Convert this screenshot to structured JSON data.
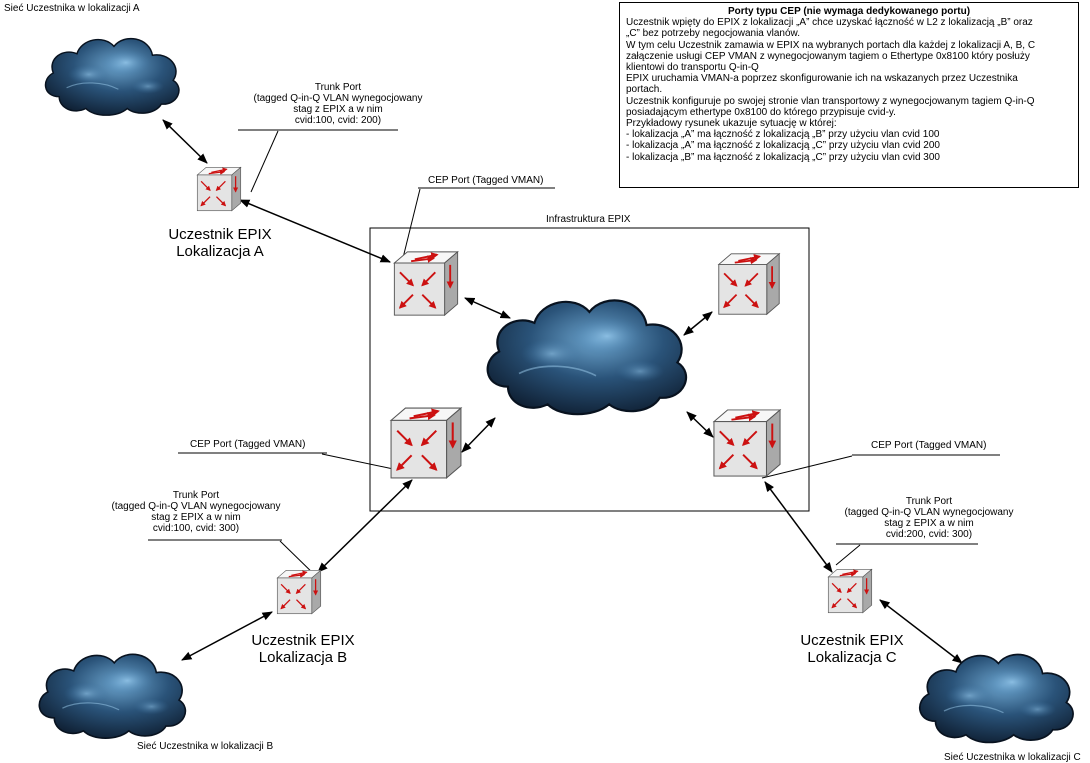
{
  "infrastructure_title": "Infrastruktura EPIX",
  "networks": {
    "a": "Sieć Uczestnika w lokalizacji A",
    "b": "Sieć Uczestnika w lokalizacji B",
    "c": "Sieć Uczestnika w lokalizacji C"
  },
  "participants": {
    "a": {
      "line1": "Uczestnik EPIX",
      "line2": "Lokalizacja A"
    },
    "b": {
      "line1": "Uczestnik EPIX",
      "line2": "Lokalizacja B"
    },
    "c": {
      "line1": "Uczestnik EPIX",
      "line2": "Lokalizacja C"
    }
  },
  "trunk_ports": {
    "a": [
      "Trunk Port",
      "(tagged Q-in-Q VLAN wynegocjowany",
      "stag z EPIX a w nim",
      "cvid:100, cvid: 200)"
    ],
    "b": [
      "Trunk Port",
      "(tagged Q-in-Q VLAN wynegocjowany",
      "stag z EPIX a w nim",
      "cvid:100, cvid: 300)"
    ],
    "c": [
      "Trunk Port",
      "(tagged Q-in-Q VLAN wynegocjowany",
      "stag z EPIX a w nim",
      "cvid:200, cvid: 300)"
    ]
  },
  "cep_ports": {
    "a": "CEP Port (Tagged VMAN)",
    "b": "CEP Port (Tagged VMAN)",
    "c": "CEP Port (Tagged VMAN)"
  },
  "notes": {
    "heading": "Porty typu CEP (nie wymaga dedykowanego portu)",
    "lines": [
      "Uczestnik wpięty do EPIX z lokalizacji „A” chce uzyskać łączność w L2 z lokalizacją „B” oraz",
      "„C” bez potrzeby negocjowania vlanów.",
      "W tym celu Uczestnik zamawia w EPIX na wybranych portach dla każdej z lokalizacji A, B, C",
      "załączenie usługi CEP VMAN z wynegocjowanym tagiem o Ethertype 0x8100 który posłuży",
      "klientowi do transportu Q-in-Q",
      "EPIX uruchamia VMAN-a poprzez skonfigurowanie ich na wskazanych przez Uczestnika",
      "portach.",
      "Uczestnik konfiguruje po swojej stronie vlan transportowy z wynegocjowanym tagiem Q-in-Q",
      "posiadającym ethertype 0x8100 do którego przypisuje cvid-y.",
      "Przykładowy rysunek ukazuje sytuację w której:",
      "- lokalizacja „A” ma łączność z lokalizacją „B” przy użyciu vlan cvid 100",
      "- lokalizacja „A” ma łączność z lokalizacją „C” przy użyciu vlan cvid 200",
      "- lokalizacja „B” ma łączność z lokalizacją „C” przy użyciu vlan cvid 300"
    ]
  },
  "colors": {
    "cloud_dark": "#0e1f33",
    "cloud_mid": "#2a5379",
    "cloud_light": "#6ea6cf",
    "switch_face": "#e9e9e9",
    "switch_side": "#a9a9a9",
    "switch_arrow": "#cc1111",
    "line": "#000000"
  },
  "icons": {
    "cloud": "cloud-icon",
    "switch": "switch-icon"
  }
}
